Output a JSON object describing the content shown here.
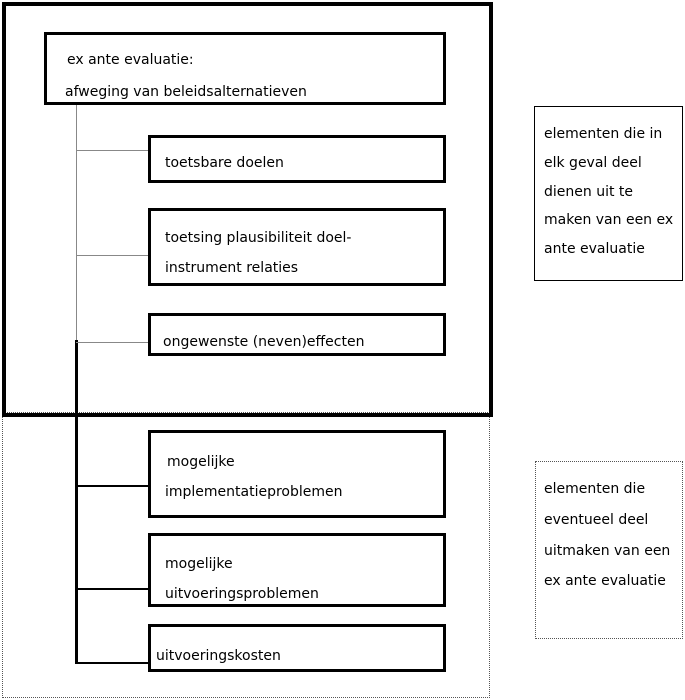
{
  "root": {
    "line1": "ex ante evaluatie:",
    "line2": "afweging van beleidsalternatieven"
  },
  "items_required": [
    {
      "lines": [
        "toetsbare doelen"
      ]
    },
    {
      "lines": [
        "toetsing plausibiliteit doel-",
        "instrument relaties"
      ]
    },
    {
      "lines": [
        "ongewenste (neven)effecten"
      ]
    }
  ],
  "items_optional": [
    {
      "lines": [
        "mogelijke",
        "implementatieproblemen"
      ]
    },
    {
      "lines": [
        "mogelijke",
        "uitvoeringsproblemen"
      ]
    },
    {
      "lines": [
        "uitvoeringskosten"
      ]
    }
  ],
  "legend_required": {
    "lines": [
      "elementen die in",
      "elk geval deel",
      "dienen uit te",
      "maken van een ex",
      "ante evaluatie"
    ]
  },
  "legend_optional": {
    "lines": [
      "elementen die",
      "eventueel deel",
      "uitmaken van een",
      "ex ante evaluatie"
    ]
  }
}
